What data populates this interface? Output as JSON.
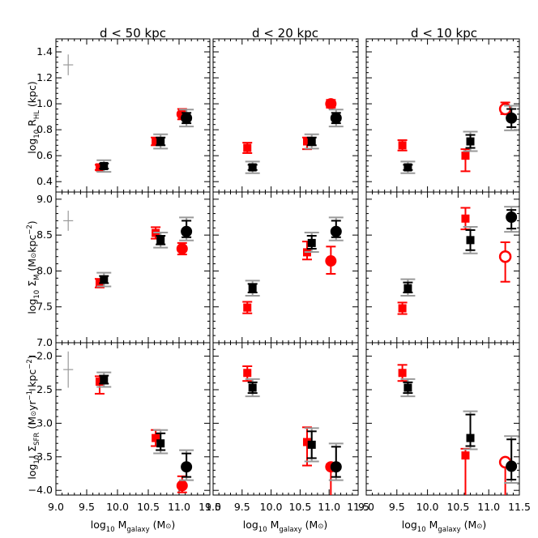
{
  "panel_titles": [
    "d < 50 kpc",
    "d < 20 kpc",
    "d < 10 kpc"
  ],
  "x_axis": {
    "label_main": "log",
    "label_sub": "10",
    "label_m": " M",
    "label_msub": "galaxy",
    "label_units": " (M",
    "label_close": ")",
    "ticks": [
      "9.0",
      "9.5",
      "10.0",
      "10.5",
      "11.0",
      "11.5"
    ]
  },
  "y_axes": [
    {
      "label": "log10 R_HL (kpc)",
      "ticks": [
        "0.4",
        "0.6",
        "0.8",
        "1.0",
        "1.2",
        "1.4"
      ]
    },
    {
      "label": "log10 Σ_M (M⊙kpc−2)",
      "ticks": [
        "7.0",
        "7.5",
        "8.0",
        "8.5",
        "9.0"
      ]
    },
    {
      "label": "log10 Σ_SFR (M⊙yr−1 kpc−2)",
      "ticks": [
        "−2.0",
        "−2.5",
        "−3.0",
        "−3.5",
        "−4.0"
      ]
    }
  ],
  "colors": {
    "red": "#ff0000",
    "black": "#000000",
    "gray": "#999999"
  },
  "chart_data": {
    "type": "scatter",
    "rows": [
      {
        "quantity": "log10 R_HL",
        "ylim": [
          0.32,
          1.5
        ]
      },
      {
        "quantity": "log10 Sigma_M",
        "ylim": [
          7.0,
          9.1
        ]
      },
      {
        "quantity": "log10 Sigma_SFR",
        "ylim": [
          -4.07,
          -1.8
        ]
      }
    ],
    "xlim": [
      9.0,
      11.5
    ],
    "columns": [
      "d < 50 kpc",
      "d < 20 kpc",
      "d < 10 kpc"
    ],
    "panels": [
      {
        "row": 0,
        "col": 0,
        "points": [
          {
            "x": 9.71,
            "y": 0.51,
            "ylo": 0.02,
            "yhi": 0.02,
            "color": "red",
            "marker": "square"
          },
          {
            "x": 9.78,
            "y": 0.52,
            "ylo": 0.02,
            "yhi": 0.02,
            "color": "black",
            "marker": "square"
          },
          {
            "x": 10.62,
            "y": 0.71,
            "ylo": 0.03,
            "yhi": 0.03,
            "color": "red",
            "marker": "square"
          },
          {
            "x": 10.7,
            "y": 0.71,
            "ylo": 0.03,
            "yhi": 0.03,
            "color": "black",
            "marker": "square"
          },
          {
            "x": 11.05,
            "y": 0.92,
            "ylo": 0.04,
            "yhi": 0.04,
            "color": "red",
            "marker": "circle"
          },
          {
            "x": 11.12,
            "y": 0.89,
            "ylo": 0.04,
            "yhi": 0.04,
            "color": "black",
            "marker": "circle"
          }
        ],
        "cross": {
          "x": 9.2,
          "y": 1.3,
          "dx": 0.08,
          "dy": 0.08
        }
      },
      {
        "row": 0,
        "col": 1,
        "points": [
          {
            "x": 9.59,
            "y": 0.66,
            "ylo": 0.04,
            "yhi": 0.04,
            "color": "red",
            "marker": "square"
          },
          {
            "x": 9.68,
            "y": 0.51,
            "ylo": 0.02,
            "yhi": 0.02,
            "color": "black",
            "marker": "square"
          },
          {
            "x": 10.62,
            "y": 0.71,
            "ylo": 0.06,
            "yhi": 0.03,
            "color": "red",
            "marker": "square"
          },
          {
            "x": 10.7,
            "y": 0.71,
            "ylo": 0.03,
            "yhi": 0.03,
            "color": "black",
            "marker": "square"
          },
          {
            "x": 11.03,
            "y": 1.0,
            "ylo": 0.03,
            "yhi": 0.03,
            "color": "red",
            "marker": "circle"
          },
          {
            "x": 11.12,
            "y": 0.89,
            "ylo": 0.04,
            "yhi": 0.04,
            "color": "black",
            "marker": "circle"
          }
        ]
      },
      {
        "row": 0,
        "col": 2,
        "points": [
          {
            "x": 9.59,
            "y": 0.68,
            "ylo": 0.04,
            "yhi": 0.04,
            "color": "red",
            "marker": "square"
          },
          {
            "x": 9.68,
            "y": 0.51,
            "ylo": 0.02,
            "yhi": 0.02,
            "color": "black",
            "marker": "square"
          },
          {
            "x": 10.62,
            "y": 0.6,
            "ylo": 0.12,
            "yhi": 0.05,
            "color": "red",
            "marker": "square"
          },
          {
            "x": 10.7,
            "y": 0.71,
            "ylo": 0.05,
            "yhi": 0.05,
            "color": "black",
            "marker": "square"
          },
          {
            "x": 11.27,
            "y": 0.96,
            "ylo": 0.04,
            "yhi": 0.05,
            "color": "red",
            "marker": "open-circle"
          },
          {
            "x": 11.37,
            "y": 0.89,
            "ylo": 0.07,
            "yhi": 0.07,
            "color": "black",
            "marker": "circle"
          }
        ]
      },
      {
        "row": 1,
        "col": 0,
        "points": [
          {
            "x": 9.71,
            "y": 7.83,
            "ylo": 0.06,
            "yhi": 0.06,
            "color": "red",
            "marker": "square"
          },
          {
            "x": 9.78,
            "y": 7.88,
            "ylo": 0.05,
            "yhi": 0.05,
            "color": "black",
            "marker": "square"
          },
          {
            "x": 10.62,
            "y": 8.53,
            "ylo": 0.08,
            "yhi": 0.08,
            "color": "red",
            "marker": "square"
          },
          {
            "x": 10.7,
            "y": 8.43,
            "ylo": 0.06,
            "yhi": 0.06,
            "color": "black",
            "marker": "square"
          },
          {
            "x": 11.05,
            "y": 8.31,
            "ylo": 0.08,
            "yhi": 0.08,
            "color": "red",
            "marker": "circle"
          },
          {
            "x": 11.12,
            "y": 8.55,
            "ylo": 0.08,
            "yhi": 0.15,
            "color": "black",
            "marker": "circle"
          }
        ],
        "cross": {
          "x": 9.2,
          "y": 8.7,
          "dx": 0.08,
          "dy": 0.14
        }
      },
      {
        "row": 1,
        "col": 1,
        "points": [
          {
            "x": 9.59,
            "y": 7.49,
            "ylo": 0.08,
            "yhi": 0.08,
            "color": "red",
            "marker": "square"
          },
          {
            "x": 9.68,
            "y": 7.76,
            "ylo": 0.06,
            "yhi": 0.06,
            "color": "black",
            "marker": "square"
          },
          {
            "x": 10.62,
            "y": 8.26,
            "ylo": 0.1,
            "yhi": 0.15,
            "color": "red",
            "marker": "square"
          },
          {
            "x": 10.7,
            "y": 8.39,
            "ylo": 0.08,
            "yhi": 0.1,
            "color": "black",
            "marker": "square"
          },
          {
            "x": 11.03,
            "y": 8.14,
            "ylo": 0.18,
            "yhi": 0.2,
            "color": "red",
            "marker": "circle"
          },
          {
            "x": 11.12,
            "y": 8.55,
            "ylo": 0.08,
            "yhi": 0.15,
            "color": "black",
            "marker": "circle"
          }
        ]
      },
      {
        "row": 1,
        "col": 2,
        "points": [
          {
            "x": 9.59,
            "y": 7.48,
            "ylo": 0.08,
            "yhi": 0.08,
            "color": "red",
            "marker": "square"
          },
          {
            "x": 9.68,
            "y": 7.76,
            "ylo": 0.06,
            "yhi": 0.08,
            "color": "black",
            "marker": "square"
          },
          {
            "x": 10.62,
            "y": 8.73,
            "ylo": 0.15,
            "yhi": 0.15,
            "color": "red",
            "marker": "square"
          },
          {
            "x": 10.7,
            "y": 8.43,
            "ylo": 0.14,
            "yhi": 0.14,
            "color": "black",
            "marker": "square"
          },
          {
            "x": 11.27,
            "y": 8.2,
            "ylo": 0.35,
            "yhi": 0.2,
            "color": "red",
            "marker": "open-circle"
          },
          {
            "x": 11.37,
            "y": 8.75,
            "ylo": 0.16,
            "yhi": 0.1,
            "color": "black",
            "marker": "circle"
          }
        ]
      },
      {
        "row": 2,
        "col": 0,
        "points": [
          {
            "x": 9.71,
            "y": -2.38,
            "ylo": 0.18,
            "yhi": 0.08,
            "color": "red",
            "marker": "square"
          },
          {
            "x": 9.78,
            "y": -2.35,
            "ylo": 0.06,
            "yhi": 0.06,
            "color": "black",
            "marker": "square"
          },
          {
            "x": 10.62,
            "y": -3.22,
            "ylo": 0.12,
            "yhi": 0.12,
            "color": "red",
            "marker": "square"
          },
          {
            "x": 10.7,
            "y": -3.3,
            "ylo": 0.1,
            "yhi": 0.15,
            "color": "black",
            "marker": "square"
          },
          {
            "x": 11.05,
            "y": -3.93,
            "ylo": 0.1,
            "yhi": 0.14,
            "color": "red",
            "marker": "circle"
          },
          {
            "x": 11.12,
            "y": -3.65,
            "ylo": 0.15,
            "yhi": 0.2,
            "color": "black",
            "marker": "circle"
          }
        ],
        "cross": {
          "x": 9.2,
          "y": -2.2,
          "dx": 0.08,
          "dy": 0.27
        }
      },
      {
        "row": 2,
        "col": 1,
        "points": [
          {
            "x": 9.59,
            "y": -2.25,
            "ylo": 0.12,
            "yhi": 0.1,
            "color": "red",
            "marker": "square"
          },
          {
            "x": 9.68,
            "y": -2.47,
            "ylo": 0.08,
            "yhi": 0.08,
            "color": "black",
            "marker": "square"
          },
          {
            "x": 10.62,
            "y": -3.28,
            "ylo": 0.35,
            "yhi": 0.22,
            "color": "red",
            "marker": "square"
          },
          {
            "x": 10.7,
            "y": -3.32,
            "ylo": 0.2,
            "yhi": 0.2,
            "color": "black",
            "marker": "square"
          },
          {
            "x": 11.03,
            "y": -3.65,
            "ylo": 0.45,
            "yhi": 0.04,
            "color": "red",
            "marker": "circle"
          },
          {
            "x": 11.12,
            "y": -3.65,
            "ylo": 0.15,
            "yhi": 0.3,
            "color": "black",
            "marker": "circle"
          }
        ]
      },
      {
        "row": 2,
        "col": 2,
        "points": [
          {
            "x": 9.59,
            "y": -2.25,
            "ylo": 0.12,
            "yhi": 0.12,
            "color": "red",
            "marker": "square"
          },
          {
            "x": 9.68,
            "y": -2.47,
            "ylo": 0.08,
            "yhi": 0.08,
            "color": "black",
            "marker": "square"
          },
          {
            "x": 10.62,
            "y": -3.48,
            "ylo": 0.6,
            "yhi": 0.1,
            "color": "red",
            "marker": "square"
          },
          {
            "x": 10.7,
            "y": -3.22,
            "ylo": 0.12,
            "yhi": 0.35,
            "color": "black",
            "marker": "square"
          },
          {
            "x": 11.27,
            "y": -3.58,
            "ylo": 0.5,
            "yhi": 0.04,
            "color": "red",
            "marker": "open-circle"
          },
          {
            "x": 11.37,
            "y": -3.64,
            "ylo": 0.2,
            "yhi": 0.4,
            "color": "black",
            "marker": "circle"
          }
        ]
      }
    ]
  }
}
